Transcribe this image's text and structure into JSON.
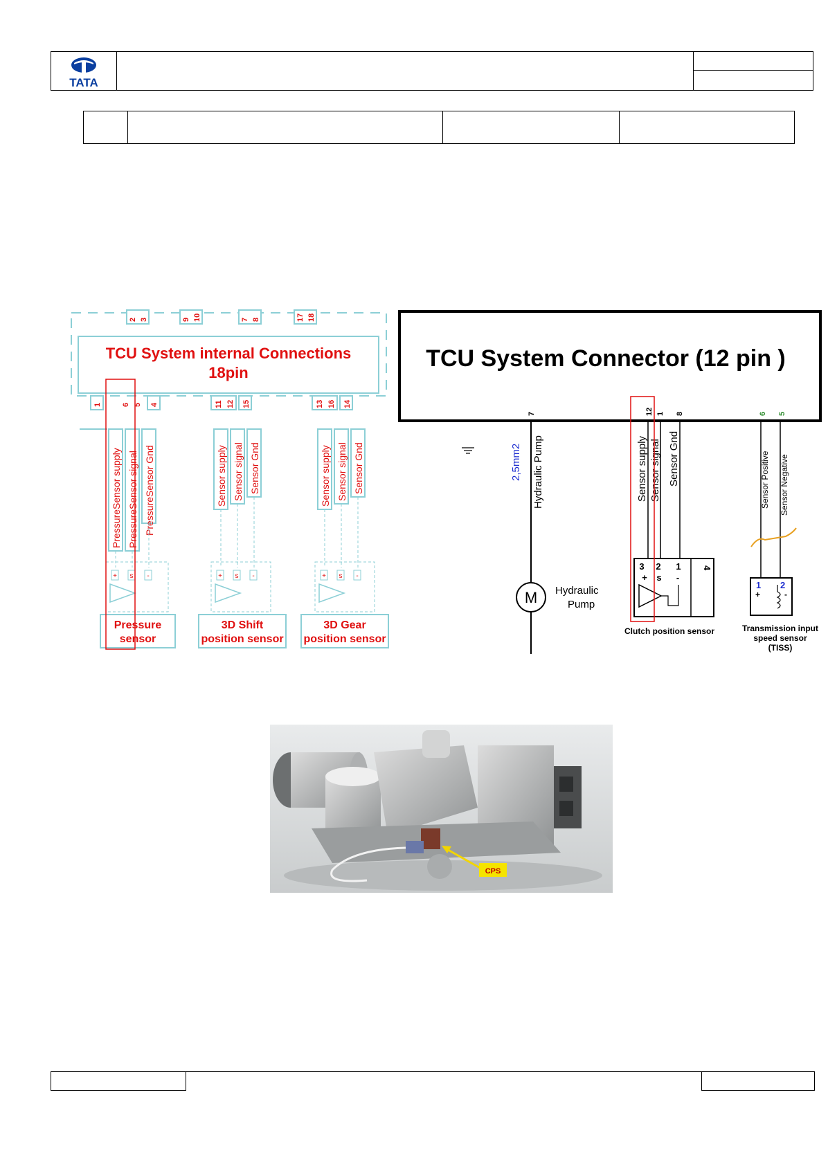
{
  "logo": {
    "text": "TATA",
    "color": "#0b3fa0"
  },
  "left_diagram": {
    "title_line1": "TCU  System internal Connections",
    "title_line2": "18pin",
    "top_pins": [
      "2",
      "3",
      "9",
      "10",
      "7",
      "8",
      "17",
      "18"
    ],
    "bottom_pins": [
      "1",
      "6",
      "5",
      "4",
      "11",
      "12",
      "15",
      "13",
      "16",
      "14"
    ],
    "groups": [
      {
        "signals": [
          "PressureSensor supply",
          "PressureSensor signal",
          "PressureSensor Gnd"
        ],
        "label1": "Pressure",
        "label2": "sensor"
      },
      {
        "signals": [
          "Sensor supply",
          "Sensor signal",
          "Sensor Gnd"
        ],
        "label1": "3D Shift",
        "label2": "position sensor"
      },
      {
        "signals": [
          "Sensor supply",
          "Sensor signal",
          "Sensor Gnd"
        ],
        "label1": "3D Gear",
        "label2": "position sensor"
      }
    ],
    "terminal_marks": [
      "+",
      "s",
      "-"
    ]
  },
  "right_diagram": {
    "title": "TCU  System Connector (12 pin )",
    "pins": [
      "7",
      "12",
      "1",
      "8",
      "6",
      "5"
    ],
    "wire_size": "2,5mm2",
    "pump_wire": "Hydraulic Pump",
    "motor_symbol": "M",
    "pump_label1": "Hydraulic",
    "pump_label2": "Pump",
    "clutch_signals": [
      "Sensor supply",
      "Sensor signal",
      "Sensor Gnd"
    ],
    "clutch_box_pins": [
      "3",
      "2",
      "1",
      "4"
    ],
    "clutch_marks": [
      "+",
      "s",
      "-"
    ],
    "clutch_label": "Clutch position sensor",
    "tiss_signals": [
      "Sensor Positive",
      "Sensor Negative"
    ],
    "tiss_pins": [
      "1",
      "2"
    ],
    "tiss_marks": [
      "+",
      "-"
    ],
    "tiss_label1": "Transmission input",
    "tiss_label2": "speed sensor",
    "tiss_label3": "(TISS)"
  },
  "photo": {
    "callout": "CPS"
  }
}
